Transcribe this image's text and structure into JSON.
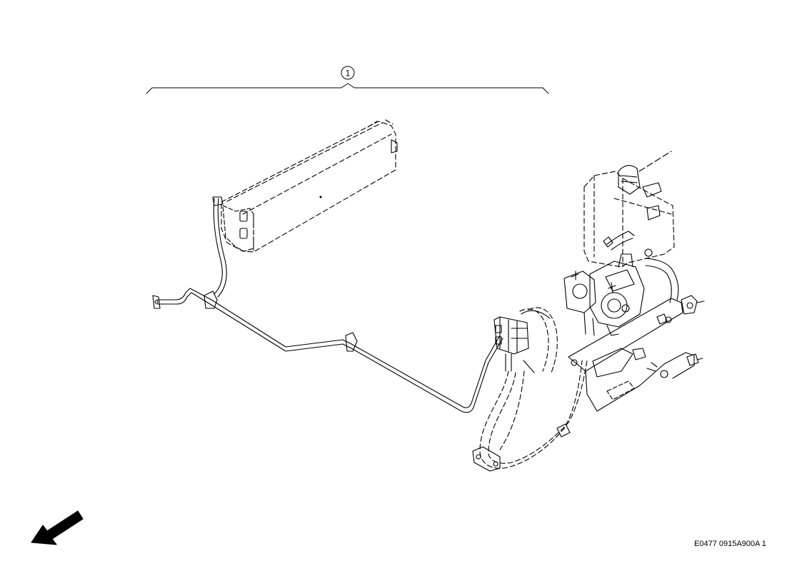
{
  "callout": {
    "number": "1"
  },
  "reference_code": "E0477 0915A900A 1",
  "components": {
    "cooler": "cooler-outline",
    "tube": "hydraulic-tube",
    "valve_block": "valve-block",
    "hoses": "flexible-hoses",
    "tank": "tank-outline",
    "pump": "pump-assembly",
    "bracket": "mounting-bracket"
  },
  "direction_arrow": "front-direction-arrow-icon",
  "colors": {
    "line": "#000000",
    "background": "#ffffff"
  }
}
